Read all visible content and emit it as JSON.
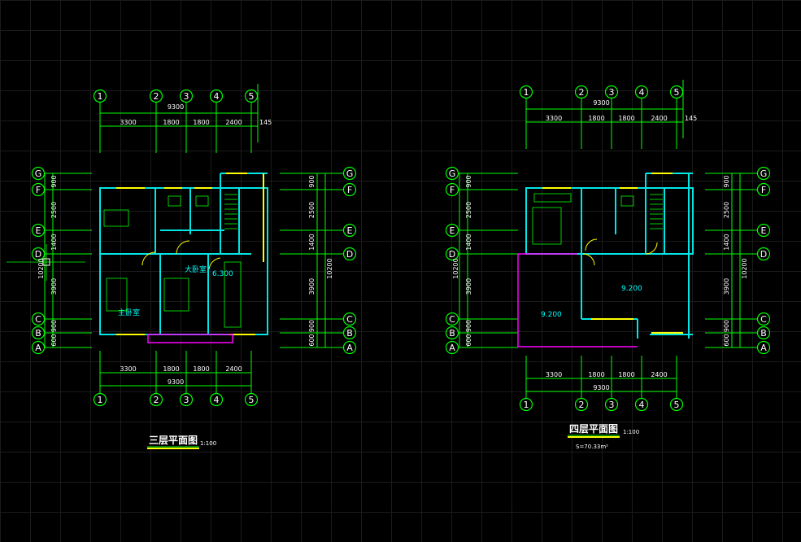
{
  "colors": {
    "background": "#000000",
    "grid": "#00ff00",
    "wall": "#00e5e5",
    "window": "#ffff00",
    "balcony": "#ff00ff",
    "text": "#ffffff"
  },
  "plans": [
    {
      "title": "三层平面图",
      "scale": "1:100",
      "area": "",
      "top_total": "9300",
      "top_segments": [
        "3300",
        "1800",
        "1800",
        "2400",
        "145"
      ],
      "bottom_total": "9300",
      "bottom_segments": [
        "3300",
        "1800",
        "1800",
        "2400"
      ],
      "col_labels": [
        "1",
        "2",
        "3",
        "4",
        "5"
      ],
      "row_labels": [
        "G",
        "F",
        "E",
        "D",
        "C",
        "B",
        "A"
      ],
      "left_dims": [
        "900",
        "2500",
        "1400",
        "3900",
        "900",
        "600"
      ],
      "left_total": "10200",
      "right_dims": [
        "900",
        "2500",
        "1400",
        "3900",
        "900",
        "600"
      ],
      "right_total": "10200",
      "rooms": [
        "大卧室",
        "主卧室"
      ],
      "elevation": "6.300"
    },
    {
      "title": "四层平面图",
      "scale": "1:100",
      "area": "S=70.33m²",
      "top_total": "9300",
      "top_segments": [
        "3300",
        "1800",
        "1800",
        "2400",
        "145"
      ],
      "bottom_total": "9300",
      "bottom_segments": [
        "3300",
        "1800",
        "1800",
        "2400"
      ],
      "col_labels": [
        "1",
        "2",
        "3",
        "4",
        "5"
      ],
      "row_labels": [
        "G",
        "F",
        "E",
        "D",
        "C",
        "B",
        "A"
      ],
      "left_dims": [
        "900",
        "2500",
        "1400",
        "3900",
        "900",
        "600"
      ],
      "left_total": "10200",
      "right_dims": [
        "900",
        "2500",
        "1400",
        "3900",
        "900",
        "600"
      ],
      "right_total": "10200",
      "rooms": [],
      "elevation": "9.200",
      "elevation2": "9.200"
    }
  ]
}
